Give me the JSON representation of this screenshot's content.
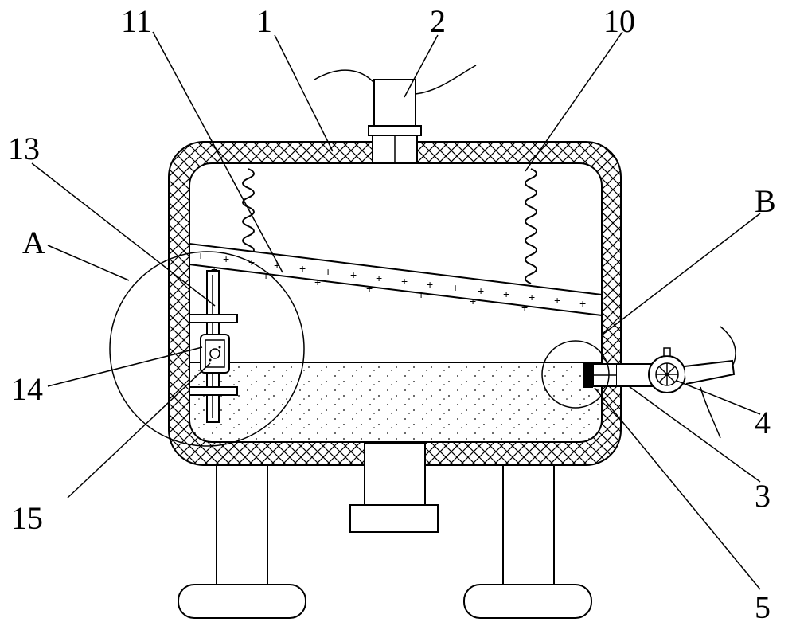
{
  "labels": {
    "l11": "11",
    "l1": "1",
    "l2": "2",
    "l10": "10",
    "l13": "13",
    "lA": "A",
    "lB": "B",
    "l14": "14",
    "l4": "4",
    "l3": "3",
    "l15": "15",
    "l5": "5"
  }
}
